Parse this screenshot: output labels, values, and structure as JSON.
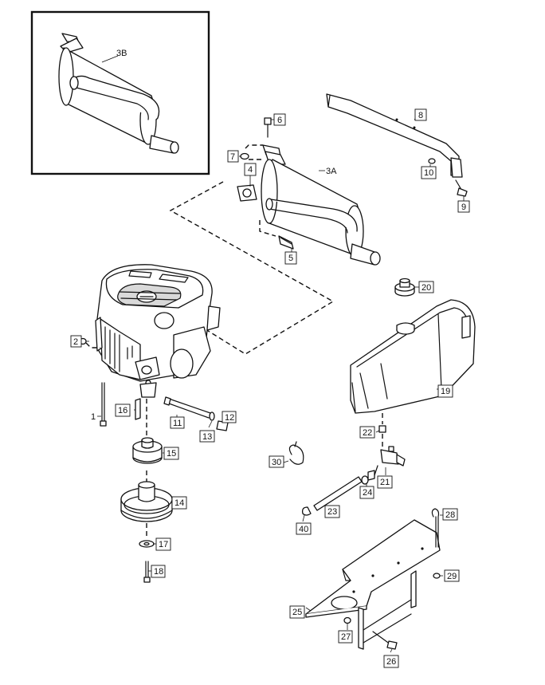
{
  "callouts": {
    "c1": "1",
    "c2": "2",
    "c3A": "3A",
    "c3B": "3B",
    "c4": "4",
    "c5": "5",
    "c6": "6",
    "c7": "7",
    "c8": "8",
    "c9": "9",
    "c10": "10",
    "c11": "11",
    "c12": "12",
    "c13": "13",
    "c14": "14",
    "c15": "15",
    "c16": "16",
    "c17": "17",
    "c18": "18",
    "c19": "19",
    "c20": "20",
    "c21": "21",
    "c22": "22",
    "c23": "23",
    "c24": "24",
    "c25": "25",
    "c26": "26",
    "c27": "27",
    "c28": "28",
    "c29": "29",
    "c30": "30",
    "c40": "40"
  }
}
